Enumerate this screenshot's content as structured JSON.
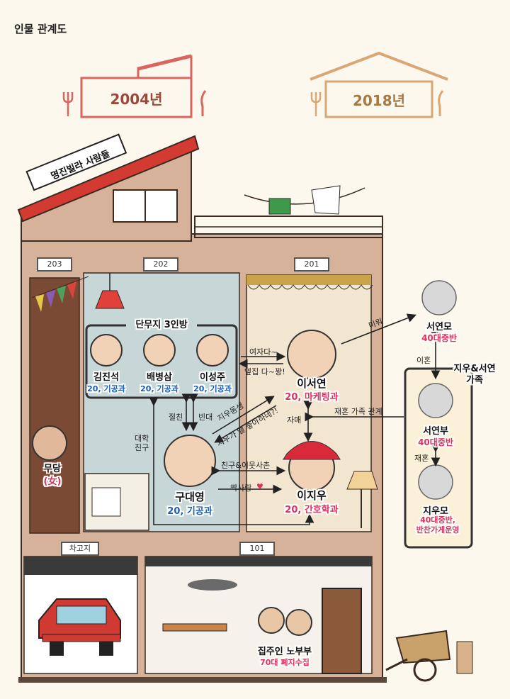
{
  "page_title": "인물 관계도",
  "years": {
    "left": "2004년",
    "right": "2018년"
  },
  "building_sign": "명진빌라 사람들",
  "rooms": {
    "r203": "203",
    "r202": "202",
    "r201": "201",
    "garage": "차고지",
    "r101": "101"
  },
  "group_title": "단무지 3인방",
  "family_group_title": "지우&서연\n가족",
  "people": {
    "kimjinseok": {
      "name": "김진석",
      "desc": "20, 기공과"
    },
    "baebyungsam": {
      "name": "배병삼",
      "desc": "20, 기공과"
    },
    "leesungju": {
      "name": "이성주",
      "desc": "20, 기공과"
    },
    "gudaeyoung": {
      "name": "구대영",
      "desc": "20, 기공과"
    },
    "leeseoyeon": {
      "name": "이서연",
      "desc": "20, 마케팅과"
    },
    "leejiwoo": {
      "name": "이지우",
      "desc": "20, 간호학과"
    },
    "mudang": {
      "name": "무당",
      "desc": "(女)"
    },
    "seoyeonmo": {
      "name": "서연모",
      "desc": "40대중반"
    },
    "seoyeonbu": {
      "name": "서연부",
      "desc": "40대중반"
    },
    "jiwoomo": {
      "name": "지우모",
      "desc": "40대중반,\n반찬가게운영"
    },
    "landlords": {
      "name": "집주인 노부부",
      "desc": "70대 폐지수집"
    }
  },
  "relations": {
    "hate": "미워",
    "divorce": "이혼",
    "remarry": "재혼",
    "woman": "여자다~",
    "neighbor_pretty": "옆집 다~꽝!",
    "best_friend": "절친",
    "moocher": "빈대",
    "college_friend": "대학\n친구",
    "jiwoo_sister": "지우동생",
    "likes_jiwoo": "지우가 앨 좋아하네?!",
    "sisters": "자매",
    "remarried_family": "재혼 가족 관계",
    "friends_neighbors": "친구&이웃사촌",
    "crush": "짝사랑",
    "heart": "♥"
  },
  "colors": {
    "year_left": "#d9655f",
    "year_right": "#d8a774",
    "arrow": "#222222",
    "desc_blue": "#1e5fb4",
    "desc_pink": "#e0315e"
  }
}
